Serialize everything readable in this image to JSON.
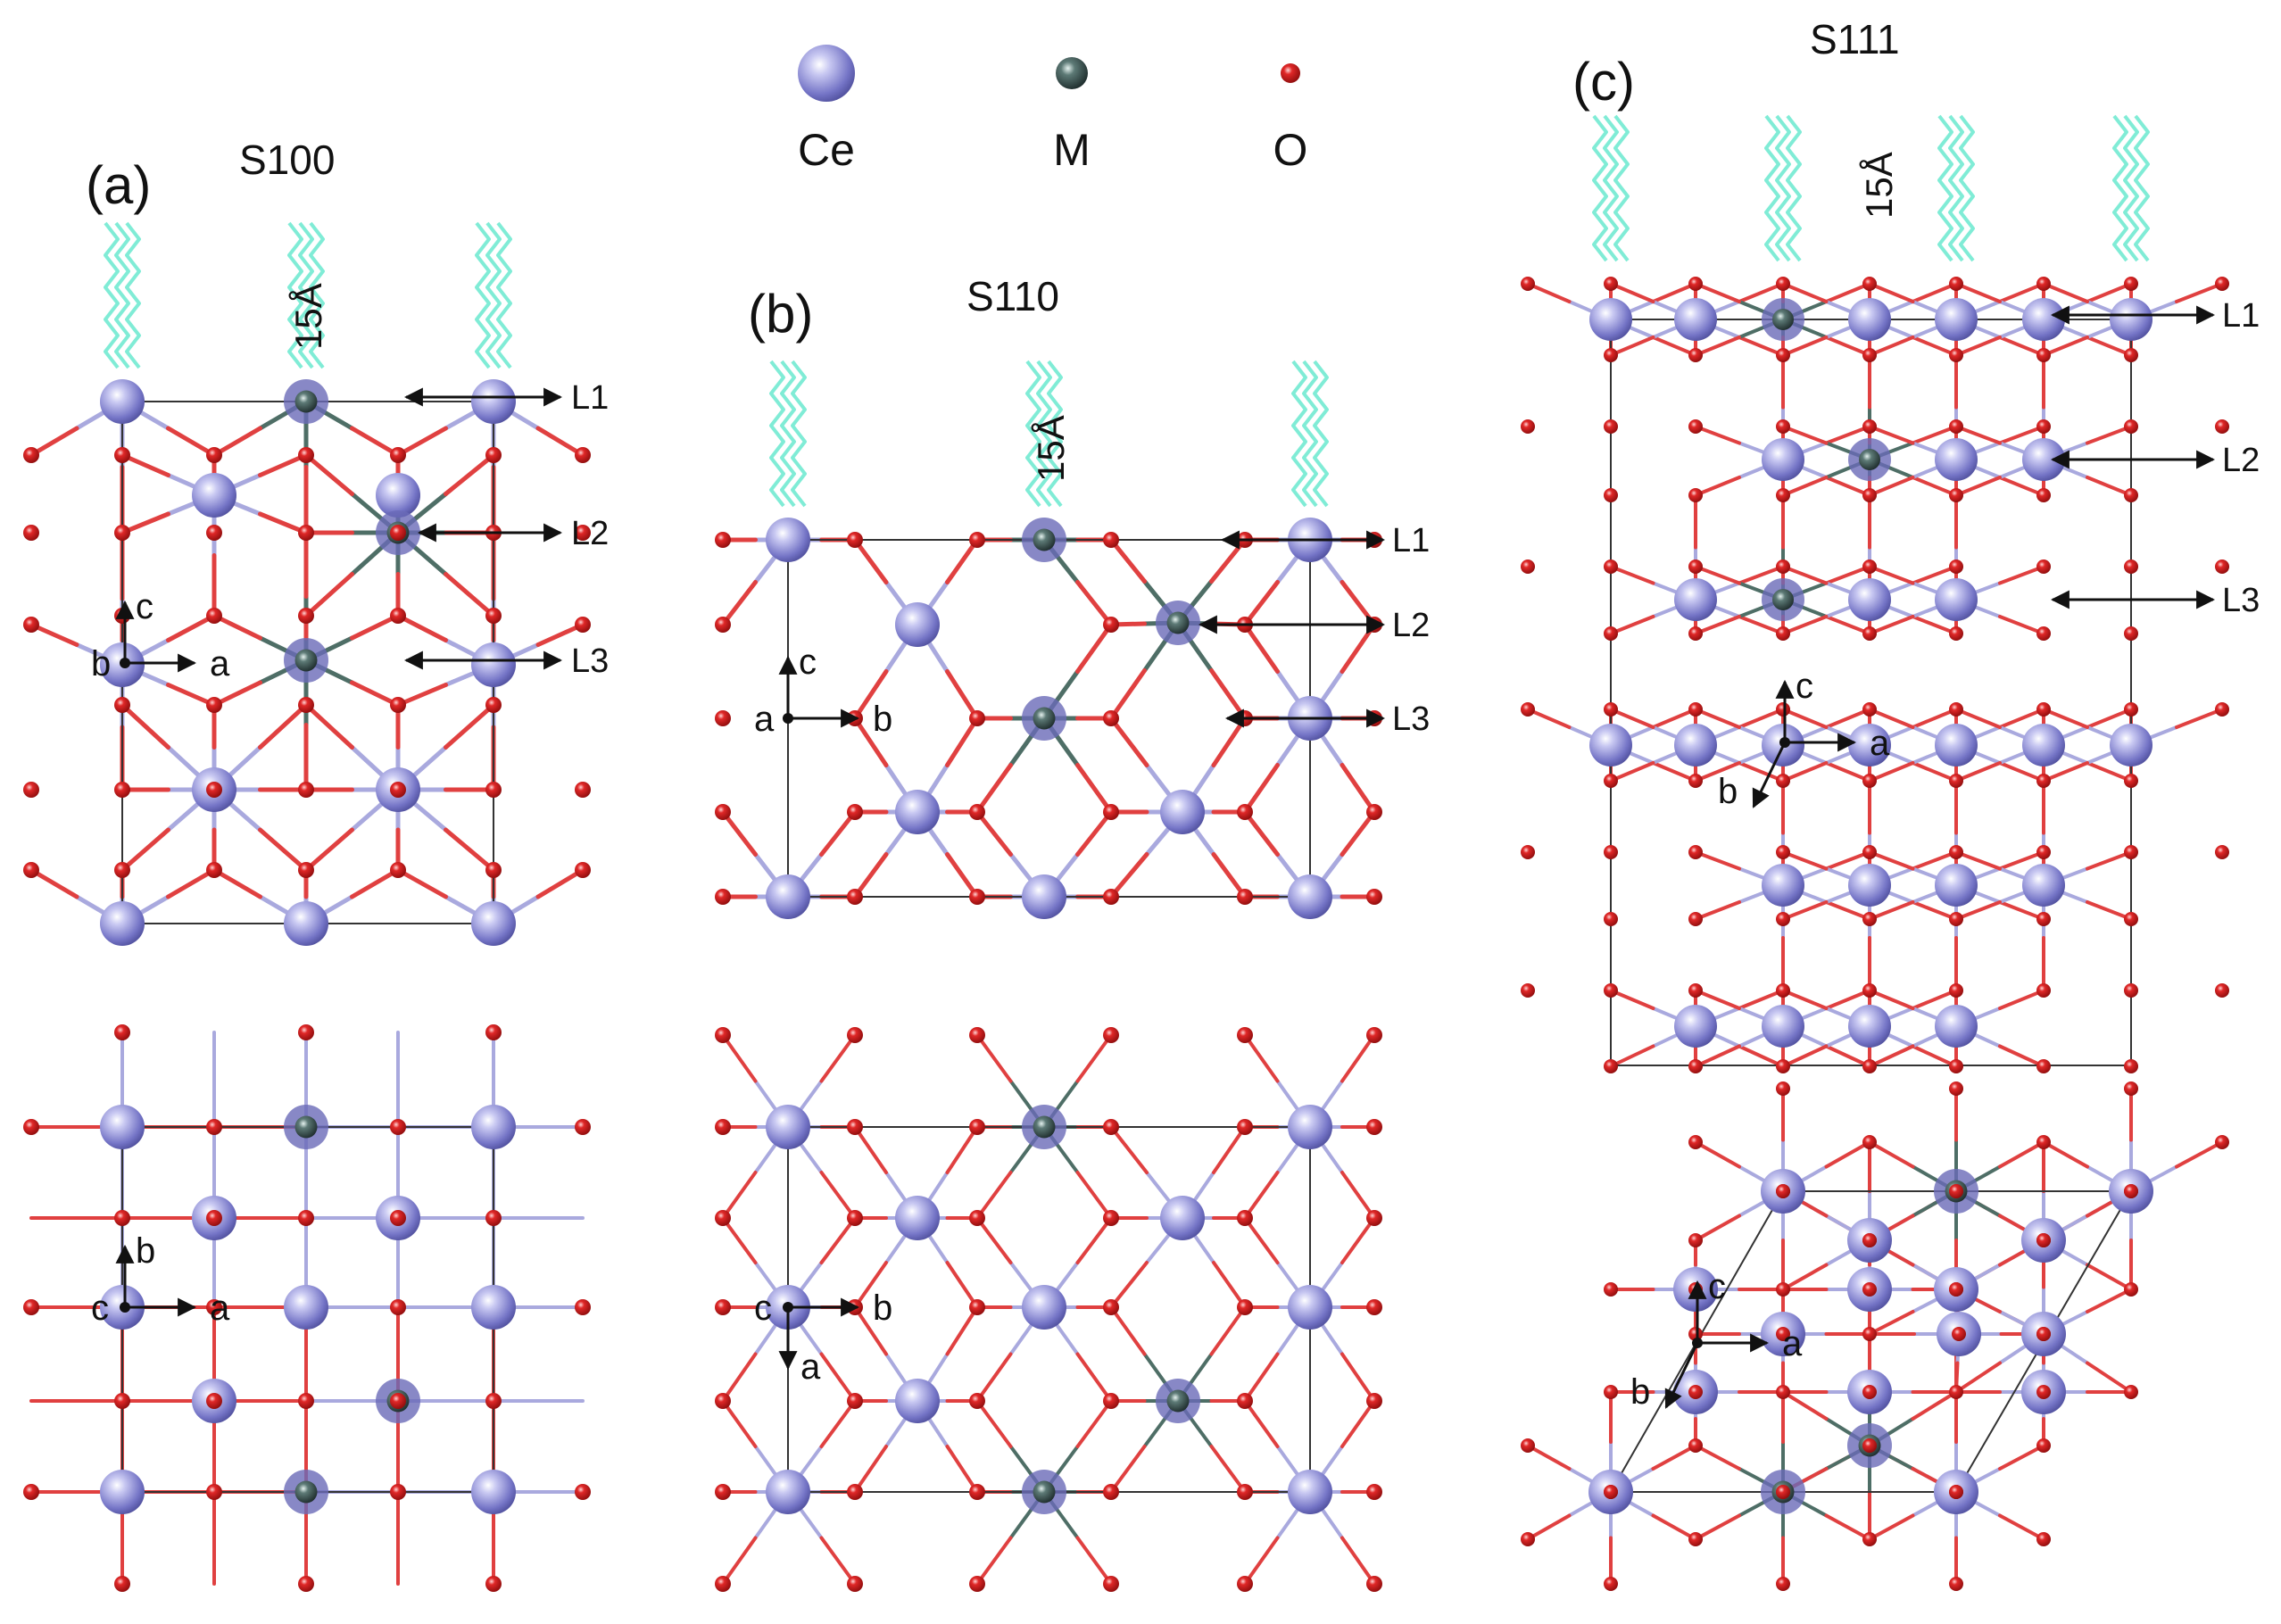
{
  "legend": [
    {
      "key": "ce",
      "label": "Ce",
      "color": "#7777cc"
    },
    {
      "key": "m",
      "label": "M",
      "color": "#3e5656"
    },
    {
      "key": "o",
      "label": "O",
      "color": "#dd1c1c"
    }
  ],
  "colors": {
    "ce_bond": "#a9a9de",
    "o_bond": "#e04040",
    "m_bond": "#4e6e66",
    "vacuum_wave": "#80ecd6",
    "cell": "#333333"
  },
  "vacuum_label": "15Å",
  "panels": [
    {
      "id": "a",
      "label": "(a)",
      "title": "S100",
      "layers": [
        "L1",
        "L2",
        "L3"
      ],
      "side_axes": {
        "right": "a",
        "up": "c",
        "center": "b"
      },
      "top_axes": {
        "right": "a",
        "up": "b",
        "center": "c"
      }
    },
    {
      "id": "b",
      "label": "(b)",
      "title": "S110",
      "layers": [
        "L1",
        "L2",
        "L3"
      ],
      "side_axes": {
        "right": "b",
        "up": "c",
        "center": "a"
      },
      "top_axes": {
        "right": "b",
        "down": "a",
        "center": "c"
      }
    },
    {
      "id": "c",
      "label": "(c)",
      "title": "S111",
      "layers": [
        "L1",
        "L2",
        "L3"
      ],
      "side_axes": {
        "right": "a",
        "up": "c",
        "diag": "b"
      },
      "top_axes": {
        "right": "a",
        "up": "c",
        "diag": "b"
      }
    }
  ]
}
